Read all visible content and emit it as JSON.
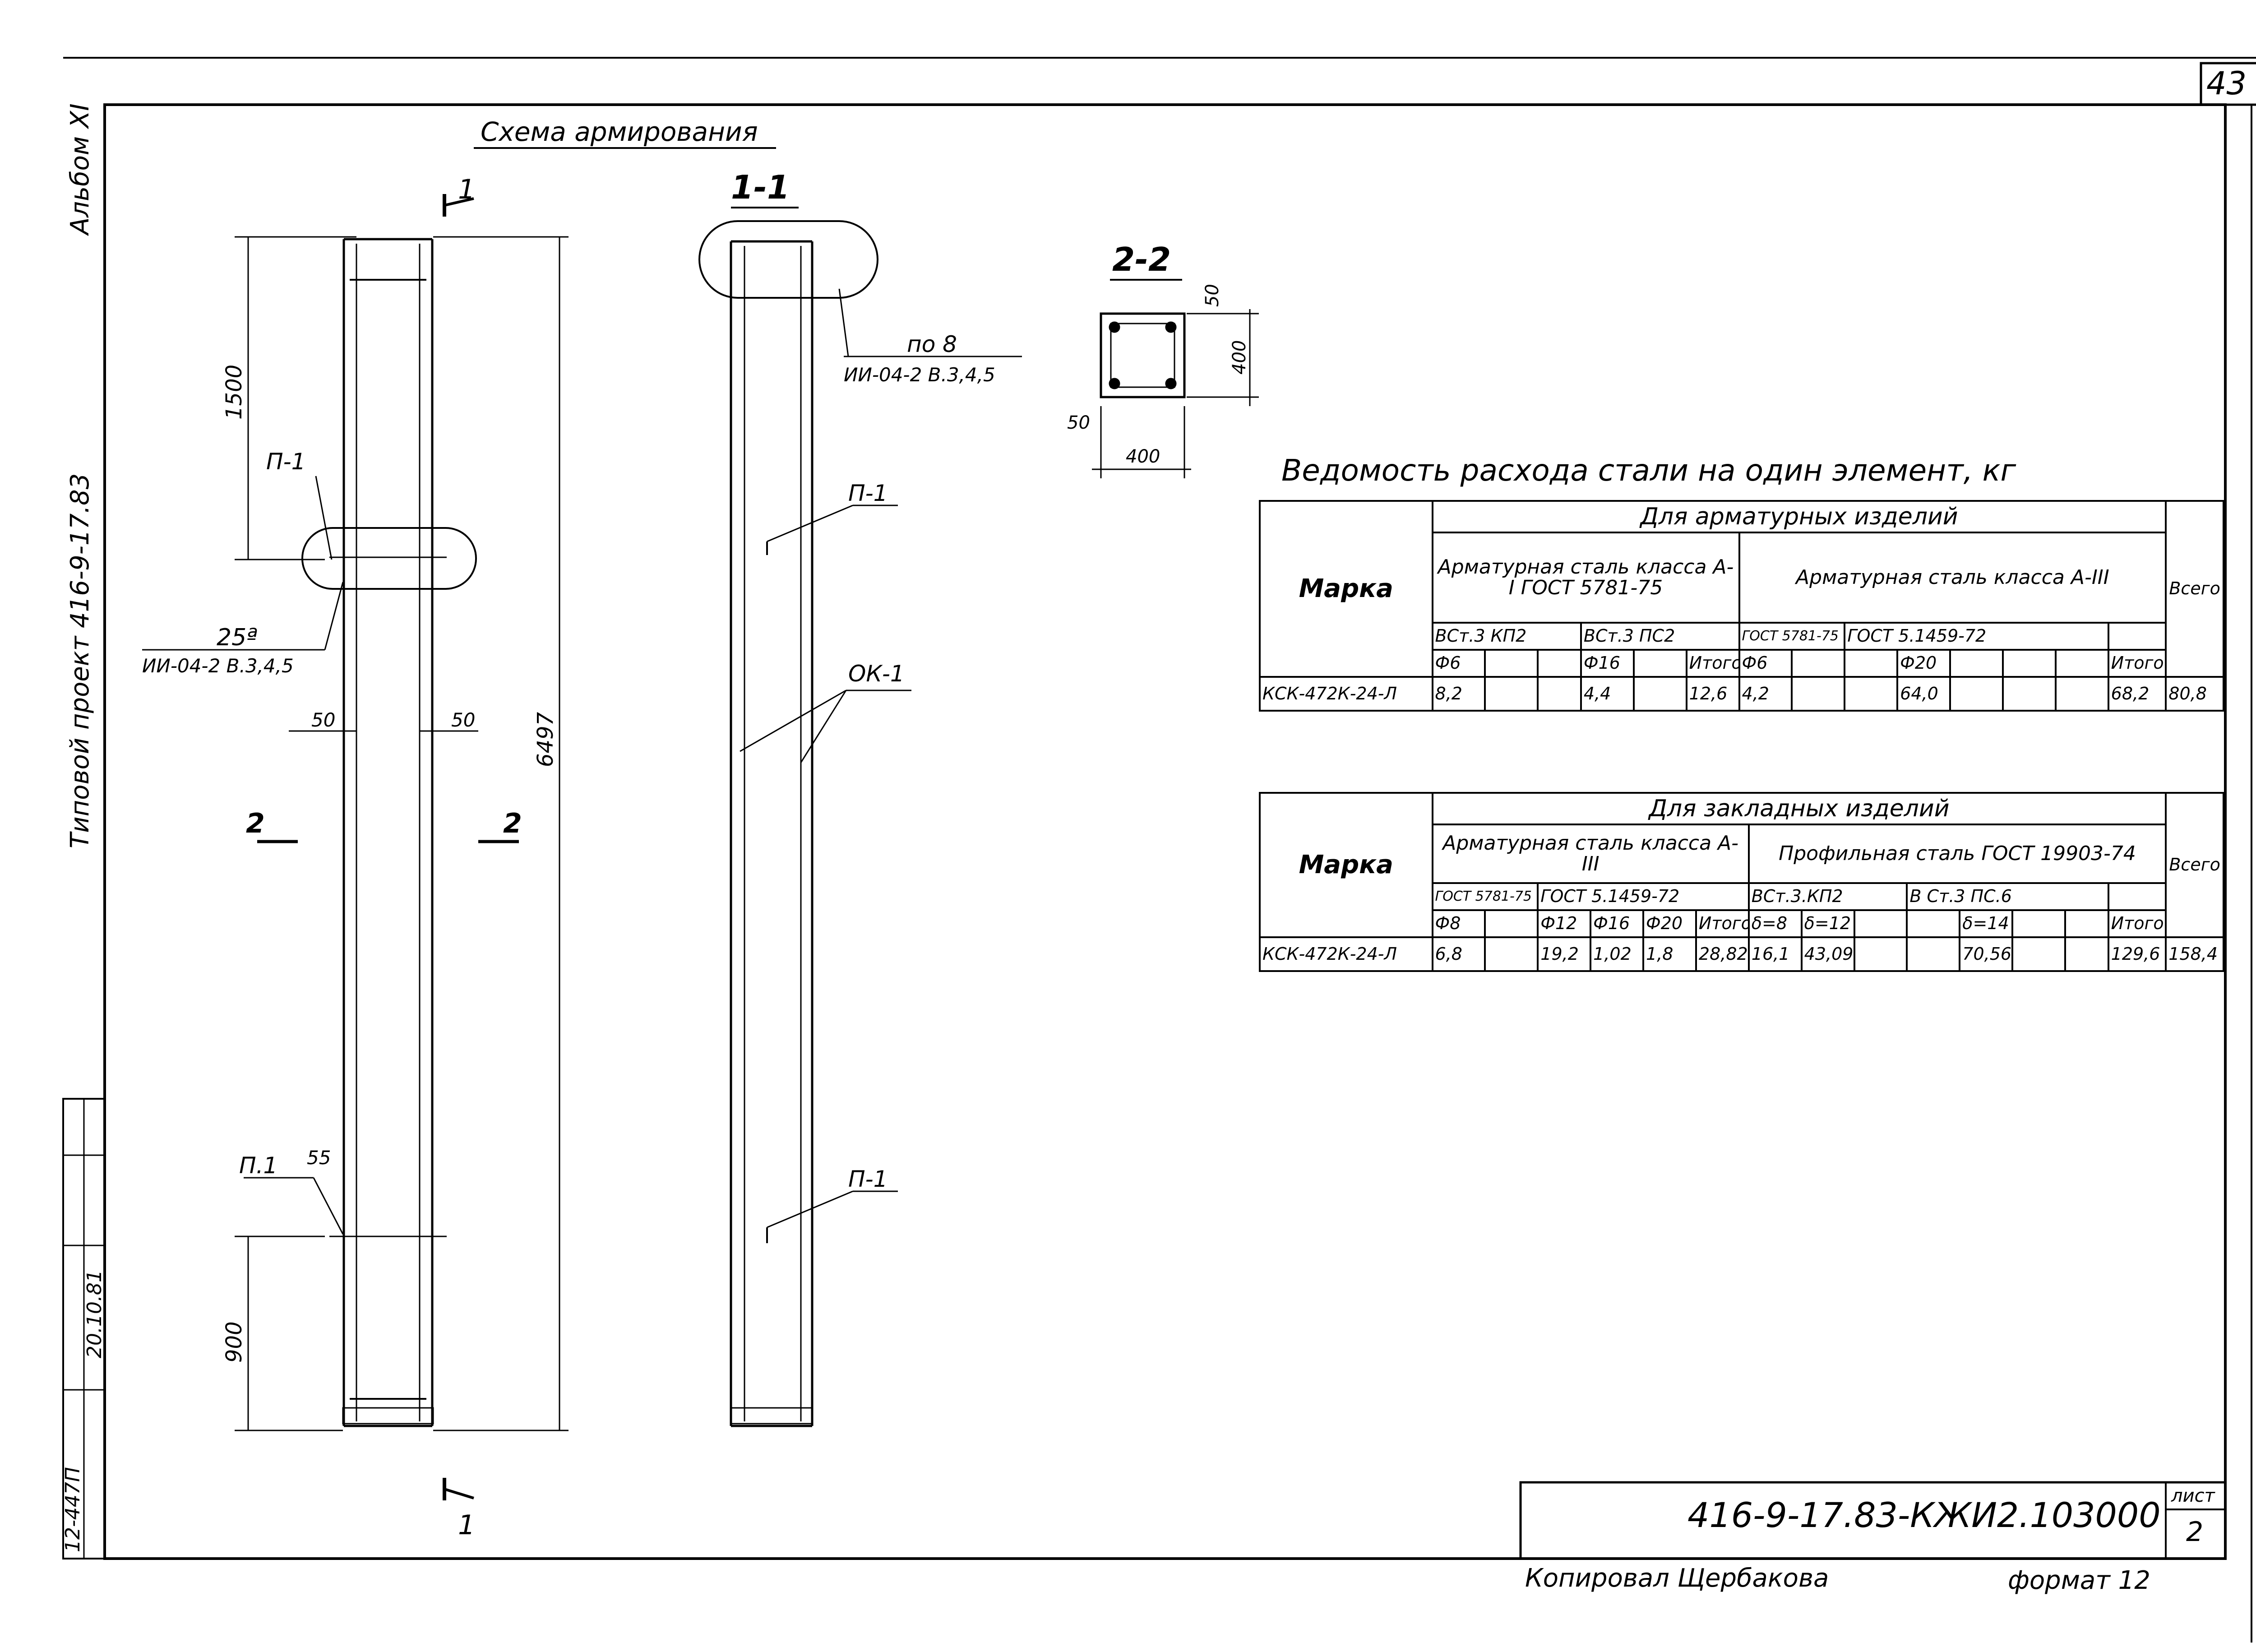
{
  "sheet_number": "43",
  "album": "Альбом XI",
  "project": "Типовой проект 416-9-17.83",
  "stamp": {
    "archive_no": "12-447П",
    "date": "20.10.81"
  },
  "drawing": {
    "title": "Схема армирования",
    "section_11": "1-1",
    "section_22": "2-2",
    "cut_marks": {
      "cut1": "1",
      "cut2": "2"
    },
    "dims": {
      "d1500": "1500",
      "d6497": "6497",
      "d900": "900",
      "d50a": "50",
      "d50b": "50",
      "d55": "55",
      "d50_top": "50",
      "d400_side": "400",
      "d50_left": "50",
      "d400_bottom": "400"
    },
    "labels": {
      "p1_top": "П-1",
      "p1_bottom": "П.1",
      "p1_right_top": "П-1",
      "p1_right_bottom": "П-1",
      "ok1": "ОК-1",
      "note_25a": "25ª",
      "note_25a_ref": "ИИ-04-2 В.3,4,5",
      "note_po8": "по 8",
      "note_po8_ref": "ИИ-04-2 В.3,4,5"
    }
  },
  "table1": {
    "title": "Ведомость расхода стали на один элемент, кг",
    "group": "Для арматурных изделий",
    "col_marka": "Марка",
    "steel_a1": "Арматурная сталь класса А-I ГОСТ 5781-75",
    "steel_a3": "Арматурная сталь класса А-III",
    "total": "Всего",
    "sub": [
      "ВСт.3 КП2",
      "ВСт.3 ПС2",
      "ГОСТ 5781-75",
      "ГОСТ 5.1459-72"
    ],
    "headers": [
      "Ф6",
      "",
      "",
      "Ф16",
      "",
      "Итого",
      "Ф6",
      "",
      "",
      "Ф20",
      "",
      "",
      "",
      "Итого"
    ],
    "row": [
      "КСК-472К-24-Л",
      "8,2",
      "",
      "",
      "4,4",
      "",
      "12,6",
      "4,2",
      "",
      "",
      "64,0",
      "",
      "",
      "",
      "68,2",
      "80,8"
    ]
  },
  "table2": {
    "group": "Для закладных изделий",
    "col_marka": "Марка",
    "steel_a3": "Арматурная сталь класса А-III",
    "profile": "Профильная сталь ГОСТ 19903-74",
    "total": "Всего",
    "sub": [
      "ГОСТ 5781-75",
      "ГОСТ 5.1459-72",
      "ВСт.3.КП2",
      "В Ст.3 ПС.6"
    ],
    "headers": [
      "Ф8",
      "",
      "Ф12",
      "Ф16",
      "Ф20",
      "Итого",
      "δ=8",
      "δ=12",
      "",
      "",
      "δ=14",
      "",
      "",
      "Итого"
    ],
    "row": [
      "КСК-472К-24-Л",
      "6,8",
      "",
      "19,2",
      "1,02",
      "1,8",
      "28,82",
      "16,1",
      "43,09",
      "",
      "",
      "70,56",
      "",
      "",
      "129,6",
      "158,4"
    ]
  },
  "title_block": {
    "code": "416-9-17.83-КЖИ2.103000",
    "sheet_label": "лист",
    "sheet_value": "2",
    "copied": "Копировал Щербакова",
    "format": "формат 12"
  }
}
